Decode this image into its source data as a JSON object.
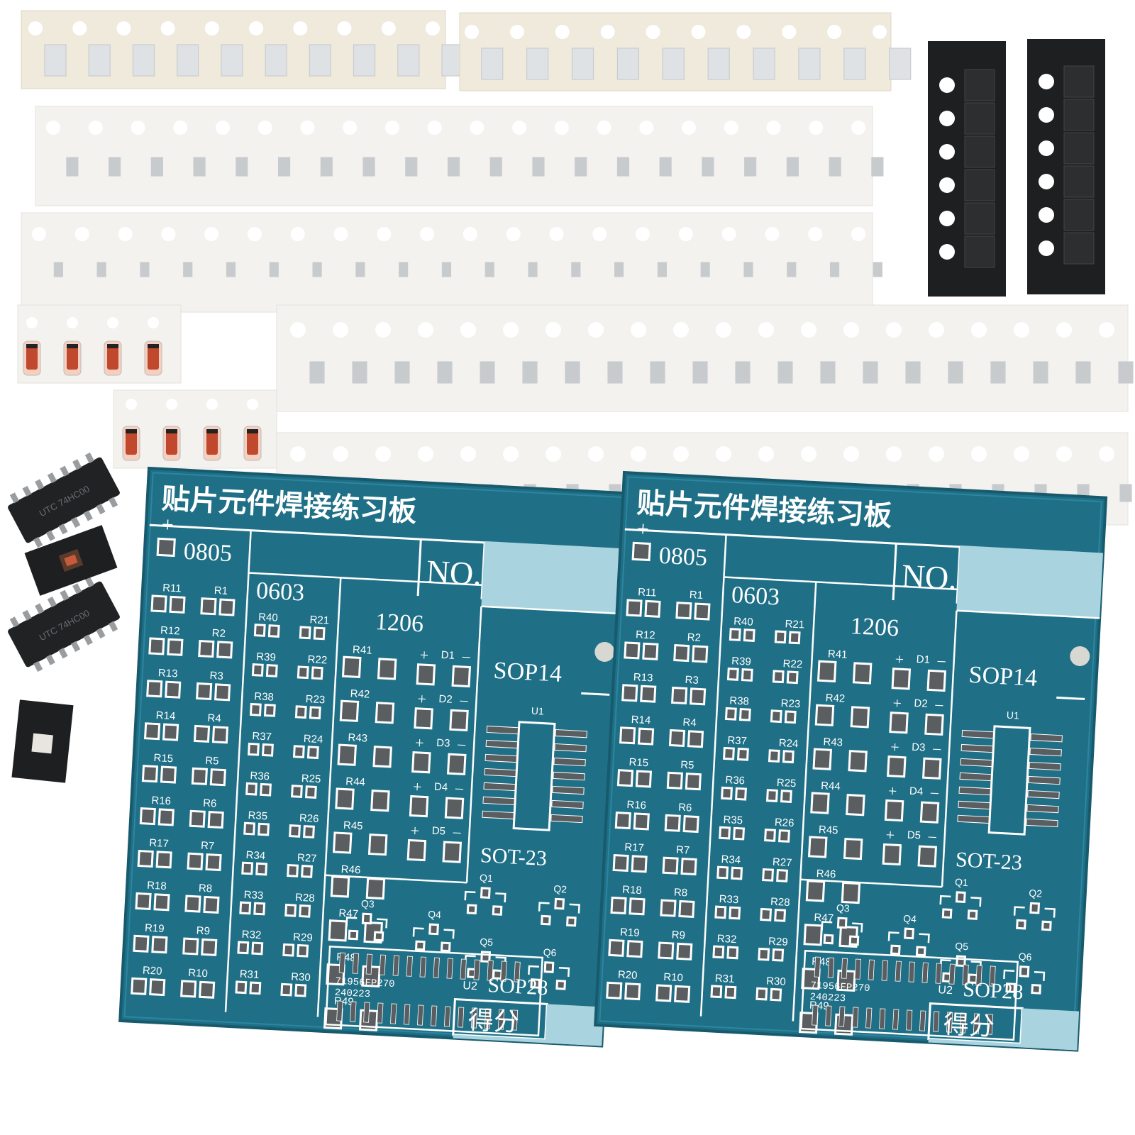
{
  "photo": {
    "background": "#ffffff",
    "tape_color": "#f3f1ec",
    "tape_beige": "#efeadb",
    "black_tape_color": "#1d1f21",
    "pcb_color": "#1f6f86",
    "pcb_edge": "#185a6d",
    "pad_color": "#5a5e60",
    "silk_color": "#ffffff",
    "bare_area_color": "#a9d4df"
  },
  "board": {
    "title": "贴片元件焊接练习板",
    "plus_mark": "+",
    "no_label": "NO.",
    "label_0805": "0805",
    "label_0603": "0603",
    "label_1206": "1206",
    "sop14_label": "SOP14",
    "u1_label": "U1",
    "sot23_label": "SOT-23",
    "u2_label": "U2",
    "sop28_label": "SOP28",
    "score_label": "得分",
    "code_line1": "71956FP270",
    "code_line2": "240223",
    "r_0805_left": [
      "R11",
      "R12",
      "R13",
      "R14",
      "R15",
      "R16",
      "R17",
      "R18",
      "R19",
      "R20"
    ],
    "r_0805_right": [
      "R1",
      "R2",
      "R3",
      "R4",
      "R5",
      "R6",
      "R7",
      "R8",
      "R9",
      "R10"
    ],
    "r_0603_left": [
      "R40",
      "R39",
      "R38",
      "R37",
      "R36",
      "R35",
      "R34",
      "R33",
      "R32",
      "R31"
    ],
    "r_0603_right": [
      "R21",
      "R22",
      "R23",
      "R24",
      "R25",
      "R26",
      "R27",
      "R28",
      "R29",
      "R30"
    ],
    "r_1206": [
      "R41",
      "R42",
      "R43",
      "R44",
      "R45",
      "R46",
      "R47",
      "R48",
      "R49"
    ],
    "diodes": [
      "D1",
      "D2",
      "D3",
      "D4",
      "D5"
    ],
    "transistors": [
      "Q1",
      "Q2",
      "Q3",
      "Q4",
      "Q5",
      "Q6"
    ]
  }
}
